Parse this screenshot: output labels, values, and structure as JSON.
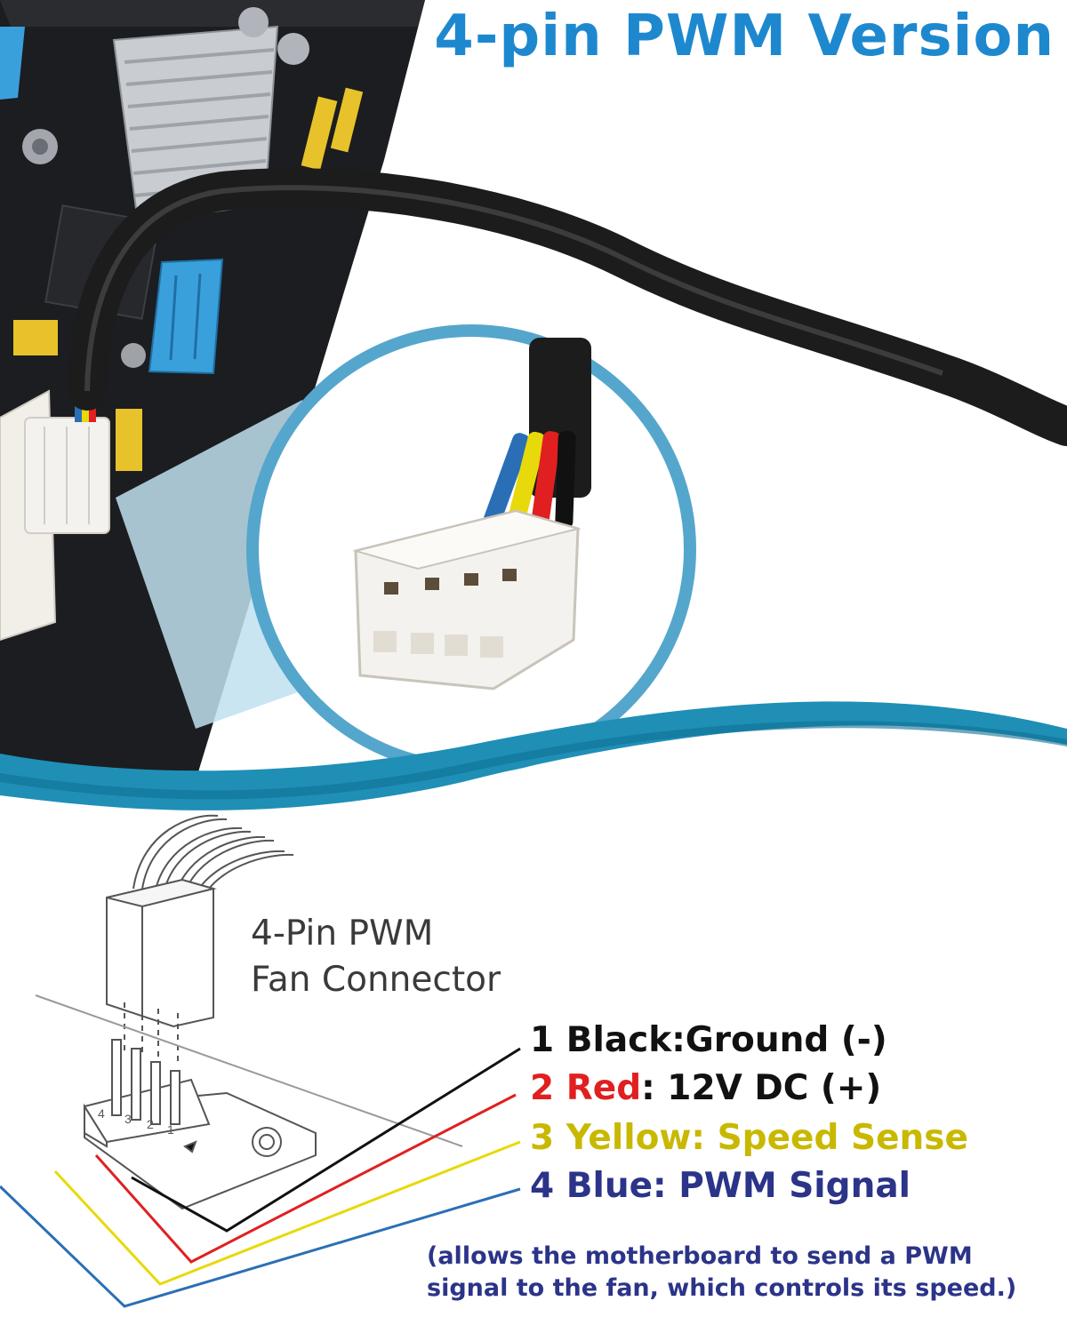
{
  "title": "4-pin PWM Version",
  "diagram": {
    "connector_label_line1": "4-Pin PWM",
    "connector_label_line2": "Fan Connector",
    "header_pin_numbers": [
      "4",
      "3",
      "2",
      "1"
    ]
  },
  "pins": [
    {
      "number": "1",
      "name": "Black",
      "sep": ":",
      "function": "Ground (-)",
      "color": "#111111",
      "text_color": "#111111"
    },
    {
      "number": "2",
      "name": "Red",
      "sep": ":",
      "function": " 12V DC (+)",
      "color": "#e02020",
      "text_color": "#111111"
    },
    {
      "number": "3",
      "name": "Yellow",
      "sep": ":",
      "function": " Speed Sense",
      "color": "#e8d90a",
      "text_color": "#c9b800"
    },
    {
      "number": "4",
      "name": "Blue",
      "sep": ":",
      "function": " PWM Signal",
      "color": "#2a6fb6",
      "text_color": "#2b3488"
    }
  ],
  "note": {
    "line1": "(allows the motherboard to send a PWM",
    "line2": "signal to the fan, which controls its speed.)"
  },
  "colors": {
    "title": "#1e88cf",
    "wave": "#1f8fb6",
    "magnifier_fill": "#bfe1f0",
    "magnifier_ring": "#55a6cc",
    "connector_white": "#f4f2ee",
    "cable": "#1c1c1c",
    "pcb": "#1b1d20",
    "usb_header": "#3aa0dc",
    "pin_header": "#e8c22a"
  }
}
